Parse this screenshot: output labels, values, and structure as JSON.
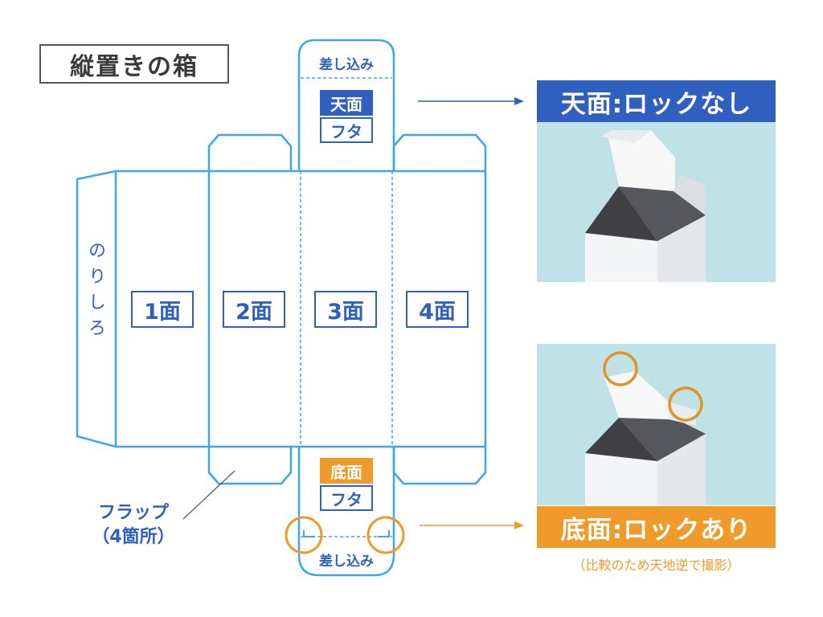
{
  "title": "縦置きの箱",
  "diagram": {
    "glue_flap": "のりしろ",
    "faces": [
      "1面",
      "2面",
      "3面",
      "4面"
    ],
    "tuck_top": "差し込み",
    "tuck_bottom": "差し込み",
    "top_tag": "天面",
    "top_lid": "フタ",
    "bottom_tag": "底面",
    "bottom_lid": "フタ",
    "flap_label_line1": "フラップ",
    "flap_label_line2": "（4箇所）"
  },
  "photos": {
    "top_banner": "天面:ロックなし",
    "bottom_banner": "底面:ロックあり",
    "bottom_caption": "（比較のため天地逆で撮影）"
  },
  "colors": {
    "die_line": "#3da6ee",
    "label_blue": "#2f5fbf",
    "accent_orange": "#ef9a2a",
    "photo_bg": "#bfe2e6"
  }
}
